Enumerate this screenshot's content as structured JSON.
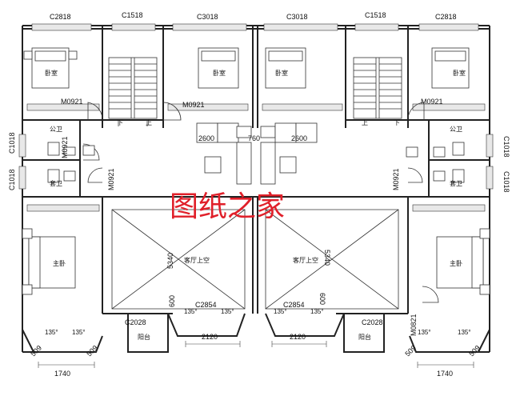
{
  "window_labels": {
    "top_left_bedroom": "C2818",
    "top_left_stair": "C1518",
    "top_mid_left": "C3018",
    "top_mid_right": "C3018",
    "top_right_stair": "C1518",
    "top_right_bedroom": "C2818",
    "left_side_upper": "C1018",
    "left_side_lower": "C1018",
    "right_side_upper": "C1018",
    "right_side_lower": "C1018",
    "balcony_left": "C2028",
    "balcony_right": "C2028",
    "bay_left": "C2854",
    "bay_right": "C2854"
  },
  "door_labels": {
    "left_bedroom": "M0921",
    "mid_left_bedroom": "M0921",
    "right_bedroom": "M0921",
    "left_bath": "M0921",
    "left_hall": "M0921",
    "right_hall": "M0921",
    "right_balcony": "M0821"
  },
  "room_labels": {
    "bedroom_1": "卧室",
    "bedroom_2": "卧室",
    "bedroom_3": "卧室",
    "bedroom_4": "卧室",
    "public_bath_left": "公卫",
    "public_bath_right": "公卫",
    "ensuite_left": "套卫",
    "ensuite_right": "套卫",
    "master_left": "主卧",
    "master_right": "主卧",
    "living_void_left": "客厅上空",
    "living_void_right": "客厅上空",
    "balcony_left": "阳台",
    "balcony_right": "阳台",
    "stair_left_down": "下",
    "stair_left_up": "上",
    "stair_right_down": "下",
    "stair_right_up": "上"
  },
  "dimensions": {
    "living_height_left": "5340",
    "living_height_right": "5340",
    "bay_depth_left": "600",
    "bay_depth_right": "600",
    "bay_width_left": "2120",
    "bay_width_right": "2120",
    "bottom_left": "1740",
    "bottom_right": "1740",
    "corner_left_a": "509",
    "corner_left_b": "509",
    "corner_right_a": "509",
    "corner_right_b": "509",
    "landing_left": "2600",
    "landing_mid": "760",
    "landing_right": "2600"
  },
  "angles": {
    "a1": "135°",
    "a2": "135°",
    "a3": "135°",
    "a4": "135°",
    "a5": "135°",
    "a6": "135°",
    "a7": "135°",
    "a8": "135°"
  },
  "watermark": "图纸之家",
  "colors": {
    "line": "#222222",
    "watermark": "#e0202a"
  }
}
